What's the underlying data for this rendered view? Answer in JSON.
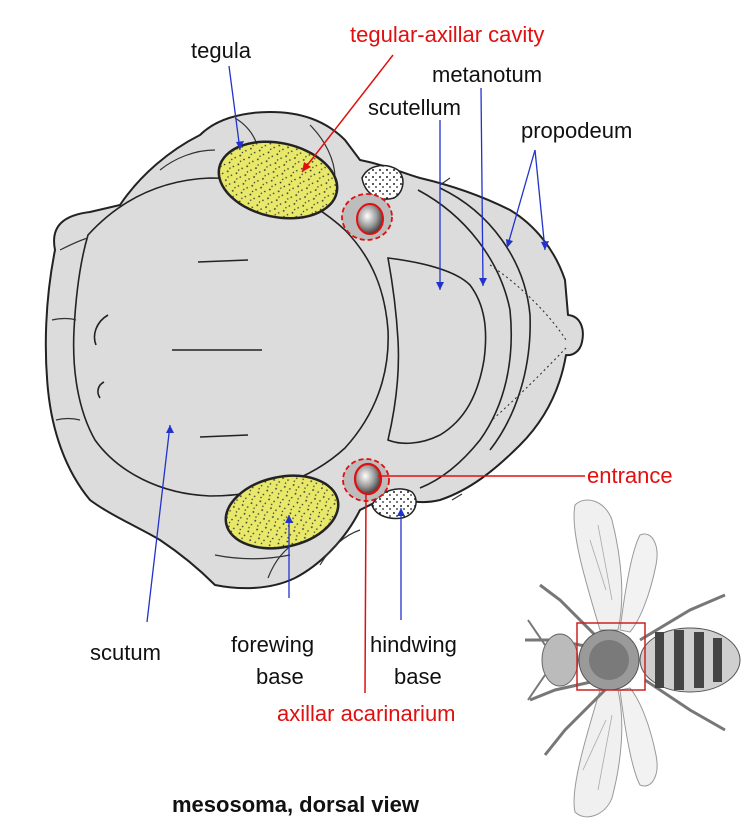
{
  "labels": {
    "tegula": "tegula",
    "tegular_axillar_cavity": "tegular-axillar cavity",
    "metanotum": "metanotum",
    "scutellum": "scutellum",
    "propodeum": "propodeum",
    "entrance": "entrance",
    "scutum": "scutum",
    "forewing_base_1": "forewing",
    "forewing_base_2": "base",
    "hindwing_base_1": "hindwing",
    "hindwing_base_2": "base",
    "axillar_acarinarium": "axillar acarinarium"
  },
  "caption": "mesosoma, dorsal view",
  "colors": {
    "body_fill": "#dcdcdc",
    "outline": "#222222",
    "tegula_fill": "#e8e86a",
    "leader_blue": "#2233cc",
    "highlight_red": "#e01010",
    "inset_box": "#cc2222"
  }
}
